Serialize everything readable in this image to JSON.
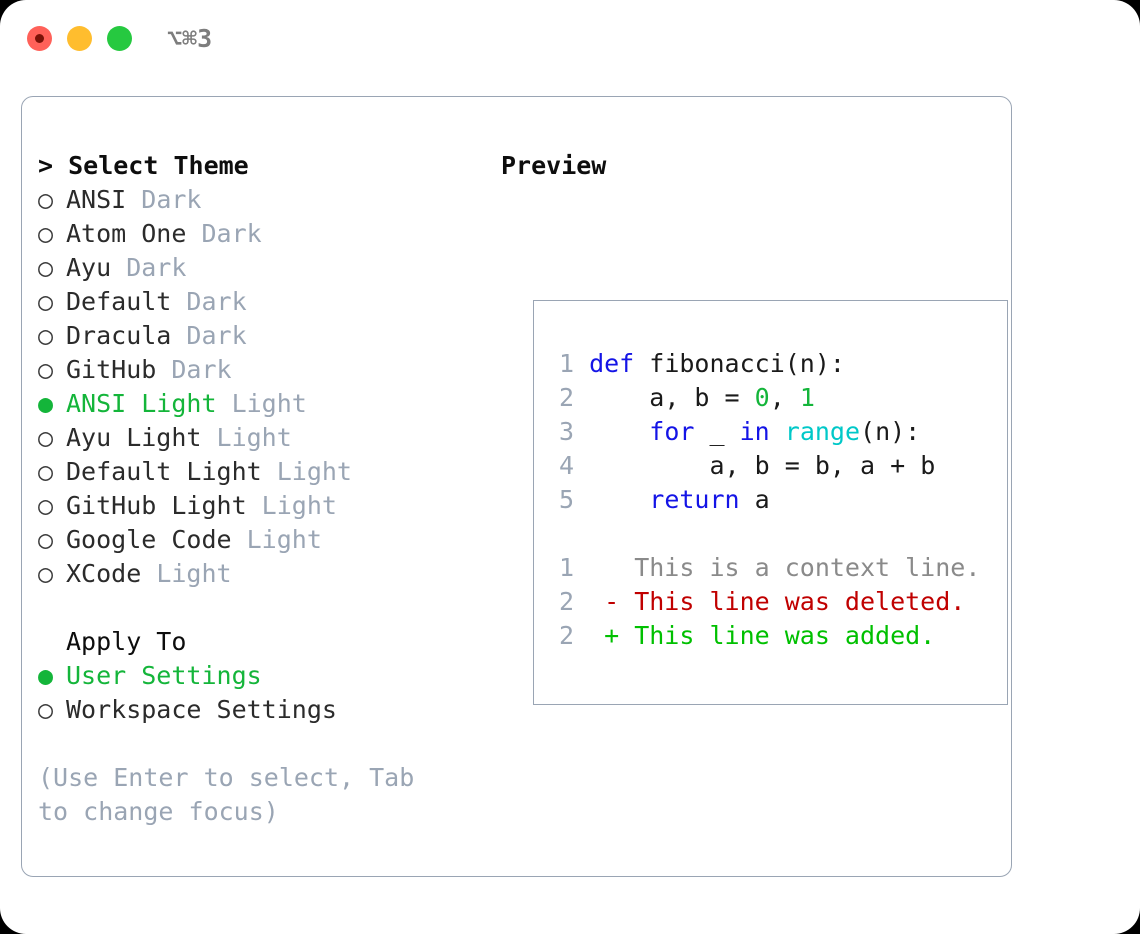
{
  "titlebar": {
    "shortcut": "⌥⌘3",
    "buttons": [
      {
        "name": "close",
        "color": "#ff6159"
      },
      {
        "name": "minimize",
        "color": "#ffbd2e"
      },
      {
        "name": "zoom",
        "color": "#26c940"
      }
    ]
  },
  "theme_panel": {
    "heading": "> Select Theme",
    "items": [
      {
        "marker": "○",
        "label": "ANSI",
        "variant": "Dark",
        "selected": false
      },
      {
        "marker": "○",
        "label": "Atom One",
        "variant": "Dark",
        "selected": false
      },
      {
        "marker": "○",
        "label": "Ayu",
        "variant": "Dark",
        "selected": false
      },
      {
        "marker": "○",
        "label": "Default",
        "variant": "Dark",
        "selected": false
      },
      {
        "marker": "○",
        "label": "Dracula",
        "variant": "Dark",
        "selected": false
      },
      {
        "marker": "○",
        "label": "GitHub",
        "variant": "Dark",
        "selected": false
      },
      {
        "marker": "●",
        "label": "ANSI Light",
        "variant": "Light",
        "selected": true
      },
      {
        "marker": "○",
        "label": "Ayu Light",
        "variant": "Light",
        "selected": false
      },
      {
        "marker": "○",
        "label": "Default Light",
        "variant": "Light",
        "selected": false
      },
      {
        "marker": "○",
        "label": "GitHub Light",
        "variant": "Light",
        "selected": false
      },
      {
        "marker": "○",
        "label": "Google Code",
        "variant": "Light",
        "selected": false
      },
      {
        "marker": "○",
        "label": "XCode",
        "variant": "Light",
        "selected": false
      }
    ]
  },
  "apply_to": {
    "heading": "Apply To",
    "items": [
      {
        "marker": "●",
        "label": "User Settings",
        "selected": true
      },
      {
        "marker": "○",
        "label": "Workspace Settings",
        "selected": false
      }
    ]
  },
  "hint": "(Use Enter to select, Tab to change focus)",
  "preview": {
    "heading": "Preview",
    "code_lines": [
      {
        "num": "1",
        "segments": [
          {
            "text": "def ",
            "type": "kw"
          },
          {
            "text": "fibonacci(n):",
            "type": "plain"
          }
        ]
      },
      {
        "num": "2",
        "segments": [
          {
            "text": "    a, b = ",
            "type": "plain"
          },
          {
            "text": "0",
            "type": "num"
          },
          {
            "text": ", ",
            "type": "plain"
          },
          {
            "text": "1",
            "type": "num"
          }
        ]
      },
      {
        "num": "3",
        "segments": [
          {
            "text": "    ",
            "type": "plain"
          },
          {
            "text": "for",
            "type": "kw"
          },
          {
            "text": " _ ",
            "type": "plain"
          },
          {
            "text": "in",
            "type": "kw"
          },
          {
            "text": " ",
            "type": "plain"
          },
          {
            "text": "range",
            "type": "fn"
          },
          {
            "text": "(n):",
            "type": "plain"
          }
        ]
      },
      {
        "num": "4",
        "segments": [
          {
            "text": "        a, b = b, a + b",
            "type": "plain"
          }
        ]
      },
      {
        "num": "5",
        "segments": [
          {
            "text": "    ",
            "type": "plain"
          },
          {
            "text": "return",
            "type": "kw"
          },
          {
            "text": " a",
            "type": "plain"
          }
        ]
      }
    ],
    "diff_lines": [
      {
        "num": "1",
        "sign": " ",
        "text": "This is a context line.",
        "type": "ctx"
      },
      {
        "num": "2",
        "sign": "-",
        "text": "This line was deleted.",
        "type": "del"
      },
      {
        "num": "2",
        "sign": "+",
        "text": "This line was added.",
        "type": "add"
      }
    ]
  },
  "colors": {
    "accent_green": "#14b53a",
    "muted": "#9aa5b4",
    "keyword": "#1414e6",
    "function": "#00c8c8",
    "number": "#14b53a",
    "diff_delete": "#c00000",
    "diff_add": "#00c000",
    "border": "#9aa5b4"
  }
}
